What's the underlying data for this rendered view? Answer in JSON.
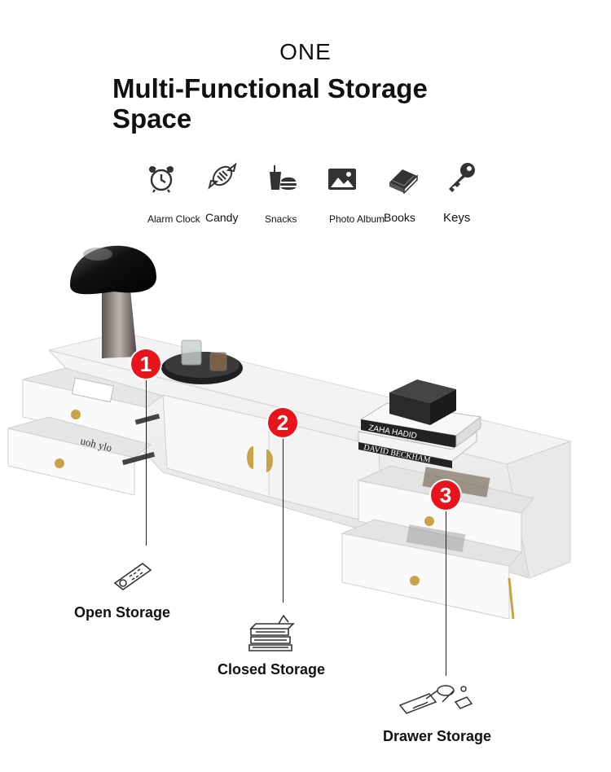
{
  "header": {
    "kicker": "ONE",
    "title_line1": "Multi-Functional Storage",
    "title_line2": "Space"
  },
  "items": [
    {
      "label": "Alarm Clock",
      "icon": "alarm-clock-icon"
    },
    {
      "label": "Candy",
      "icon": "candy-icon"
    },
    {
      "label": "Snacks",
      "icon": "snacks-icon"
    },
    {
      "label": "Photo Album",
      "icon": "photo-album-icon"
    },
    {
      "label": "Books",
      "icon": "books-icon"
    },
    {
      "label": "Keys",
      "icon": "key-icon"
    }
  ],
  "product": {
    "book_top": "ZAHA HADID",
    "book_bottom": "DAVID BECKHAM",
    "drawer_book_text": "uoh ylo"
  },
  "callouts": [
    {
      "number": "1",
      "label": "Open Storage",
      "icon": "remote-control-icon"
    },
    {
      "number": "2",
      "label": "Closed Storage",
      "icon": "folded-clothes-icon"
    },
    {
      "number": "3",
      "label": "Drawer Storage",
      "icon": "drawer-items-icon"
    }
  ],
  "colors": {
    "badge": "#e8141c",
    "handle": "#c9a24a",
    "cabinet": "#f4f4f4"
  }
}
